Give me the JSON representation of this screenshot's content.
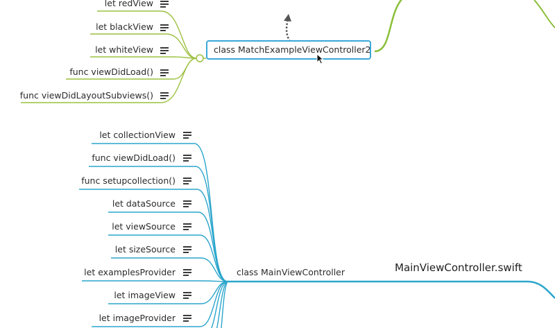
{
  "mindmap": {
    "colors": {
      "green_branch": "#9cc041",
      "green_root": "#8bbf3a",
      "blue_branch": "#2aa5cc",
      "selection": "#3aa7d8",
      "drag_arrow": "#555555"
    },
    "selected_node": {
      "label": "class MatchExampleViewController2"
    },
    "match_children": [
      {
        "label": "let redView",
        "icon": "notes-icon"
      },
      {
        "label": "let blackView",
        "icon": "notes-icon"
      },
      {
        "label": "let whiteView",
        "icon": "notes-icon"
      },
      {
        "label": "func viewDidLoad()",
        "icon": "notes-icon"
      },
      {
        "label": "func viewDidLayoutSubviews()",
        "icon": "notes-icon"
      }
    ],
    "main_node": {
      "label": "class MainViewController"
    },
    "main_children": [
      {
        "label": "let collectionView",
        "icon": "notes-icon"
      },
      {
        "label": "func viewDidLoad()",
        "icon": "notes-icon"
      },
      {
        "label": "func setupcollection()",
        "icon": "notes-icon"
      },
      {
        "label": "let dataSource",
        "icon": "notes-icon"
      },
      {
        "label": "let viewSource",
        "icon": "notes-icon"
      },
      {
        "label": "let sizeSource",
        "icon": "notes-icon"
      },
      {
        "label": "let examplesProvider",
        "icon": "notes-icon"
      },
      {
        "label": "let imageView",
        "icon": "notes-icon"
      },
      {
        "label": "let imageProvider",
        "icon": "notes-icon"
      }
    ],
    "file_node": {
      "label": "MainViewController.swift"
    }
  }
}
